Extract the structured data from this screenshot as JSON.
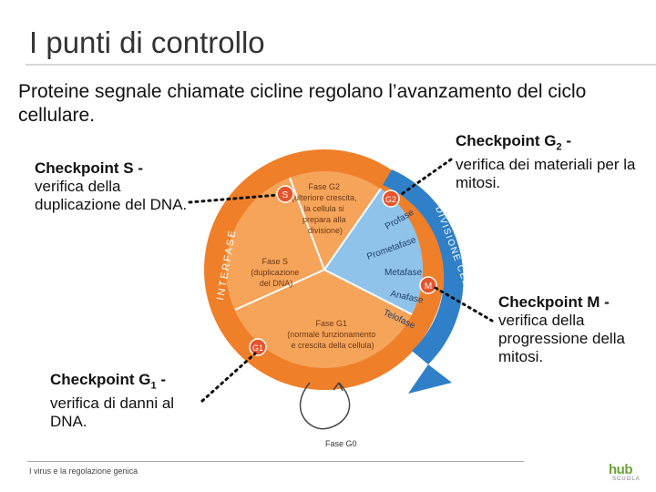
{
  "title": "I punti di controllo",
  "intro": "Proteine segnale chiamate cicline regolano l’avanzamento del ciclo cellulare.",
  "checkpoints": {
    "s": {
      "heading": "Checkpoint S -",
      "text": "verifica della duplicazione del DNA."
    },
    "g2": {
      "heading_main": "Checkpoint G",
      "heading_sub": "2",
      "heading_tail": " -",
      "text": "verifica dei materiali per la mitosi."
    },
    "m": {
      "heading": "Checkpoint M -",
      "text": "verifica della progressione della mitosi."
    },
    "g1": {
      "heading_main": "Checkpoint G",
      "heading_sub": "1",
      "heading_tail": " -",
      "text": "verifica di danni al DNA."
    }
  },
  "diagram": {
    "g2_phase": [
      "Fase G2",
      "(ulteriore crescita,",
      "la cellula si",
      "prepara alla",
      "divisione)"
    ],
    "s_phase": [
      "Fase S",
      "(duplicazione",
      "del DNA)"
    ],
    "g1_phase": [
      "Fase G1",
      "(normale funzionamento",
      "e crescita della cellula)"
    ],
    "mitosis": [
      "Profase",
      "Prometafase",
      "Metafase",
      "Anafase",
      "Telofase"
    ],
    "interfase": "INTERFASE",
    "division": "DIVISIONE CELLULARE",
    "g0": "Fase G0",
    "badges": {
      "s": "S",
      "g2": "G2",
      "m": "M",
      "g1": "G1"
    }
  },
  "footer": "I virus e la regolazione genica",
  "logo": {
    "main": "hub",
    "sub": "SCUOLA"
  },
  "colors": {
    "orange": "#f07f2a",
    "light_orange": "#f6a45a",
    "blue": "#2f80c8",
    "light_blue": "#8fc3ea",
    "badge": "#e8542c"
  }
}
